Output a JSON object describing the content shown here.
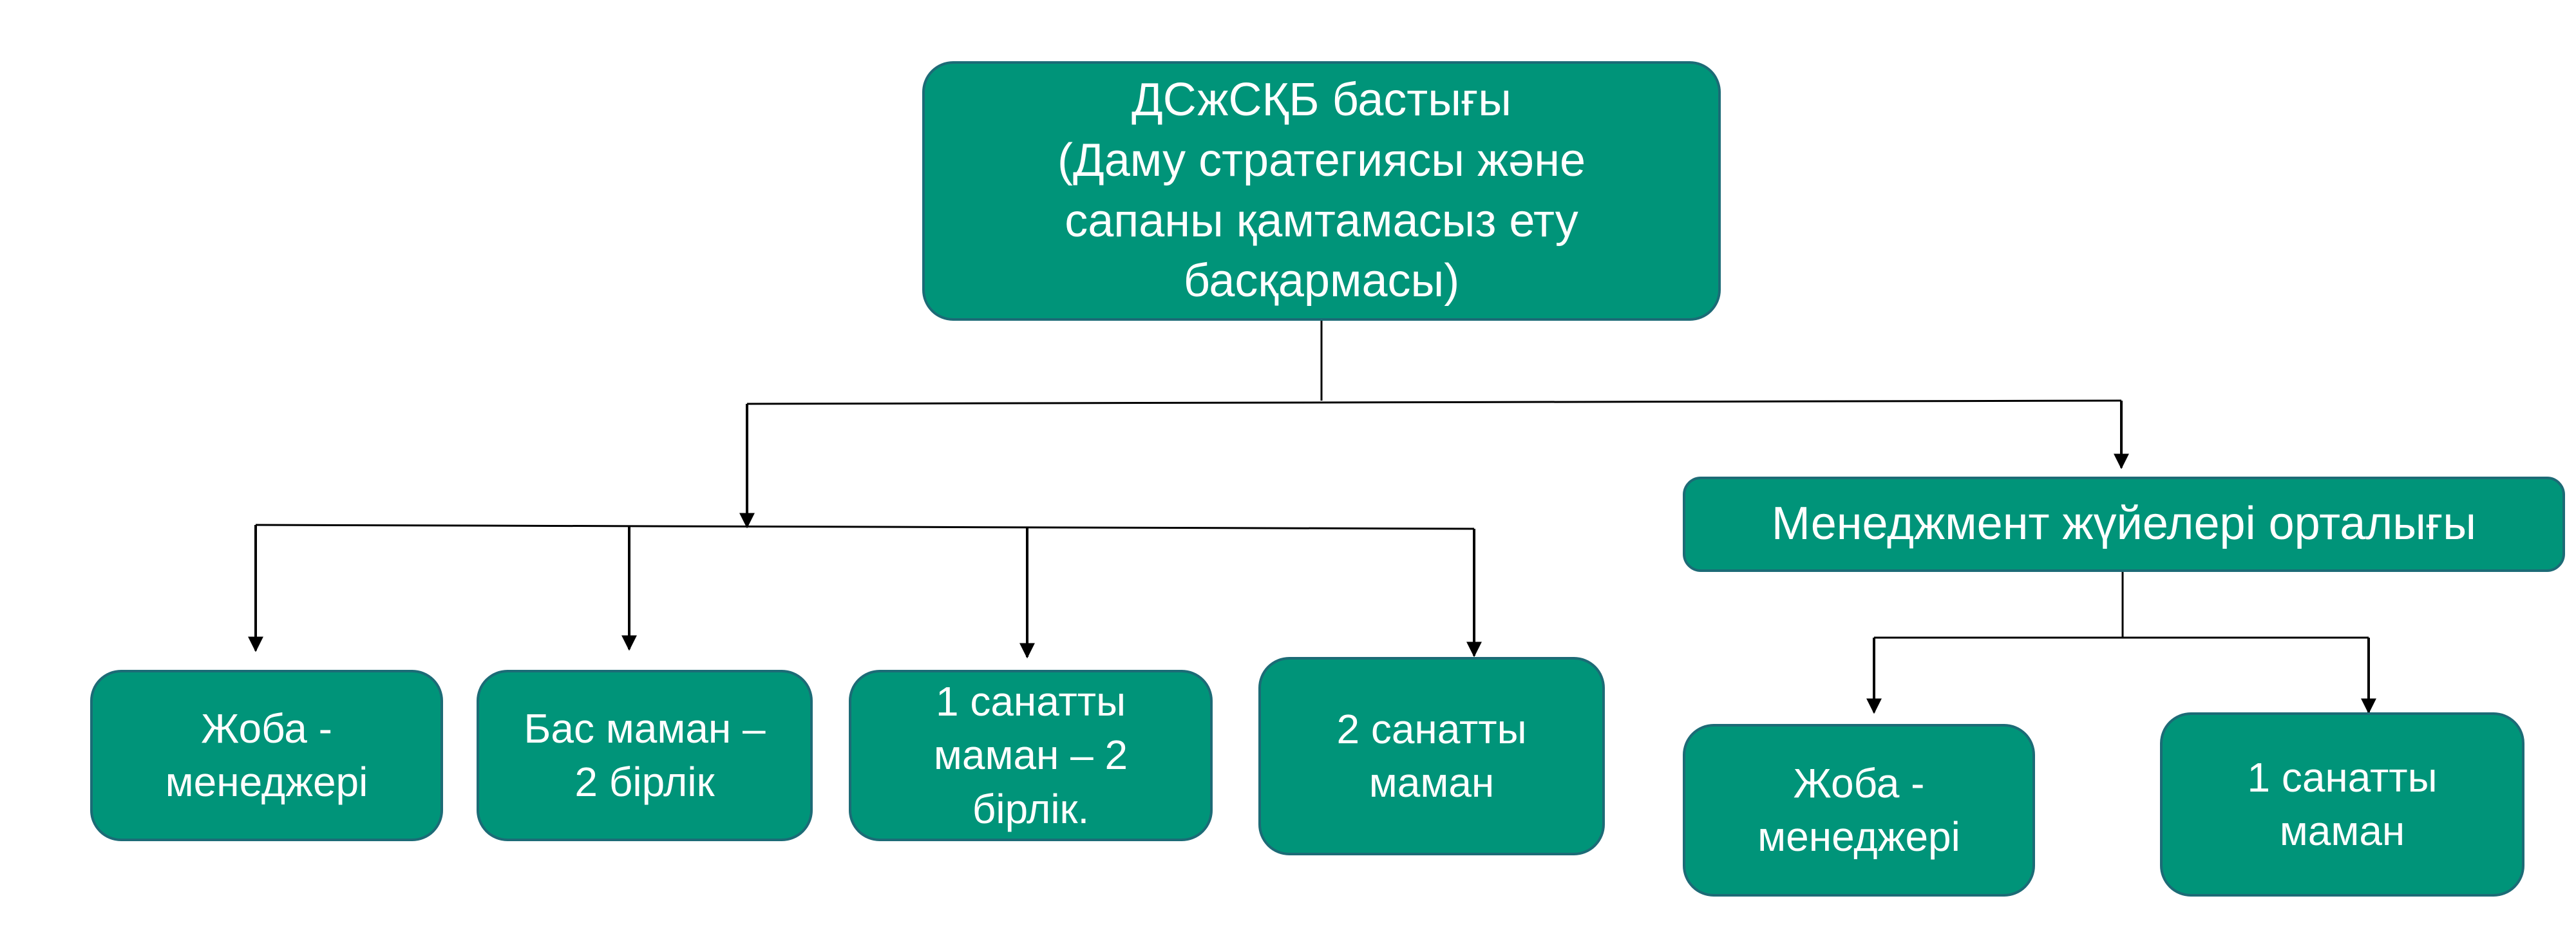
{
  "head": {
    "label": "ДСжСҚБ бастығы\n(Даму стратегиясы және\nсапаны қамтамасыз ету\nбасқармасы)"
  },
  "management_center": {
    "label": "Менеджмент жүйелері орталығы"
  },
  "department_children": [
    {
      "label": "Жоба -\nменеджері"
    },
    {
      "label": "Бас маман –\n2 бірлік"
    },
    {
      "label": "1 санатты\nмаман – 2\nбірлік."
    },
    {
      "label": "2 санатты\nмаман"
    }
  ],
  "center_children": [
    {
      "label": "Жоба -\nменеджері"
    },
    {
      "label": "1 санатты\nмаман"
    }
  ],
  "colors": {
    "node_fill": "#009479",
    "node_border": "#1c6b76",
    "node_text": "#ffffff",
    "connector": "#000000"
  }
}
